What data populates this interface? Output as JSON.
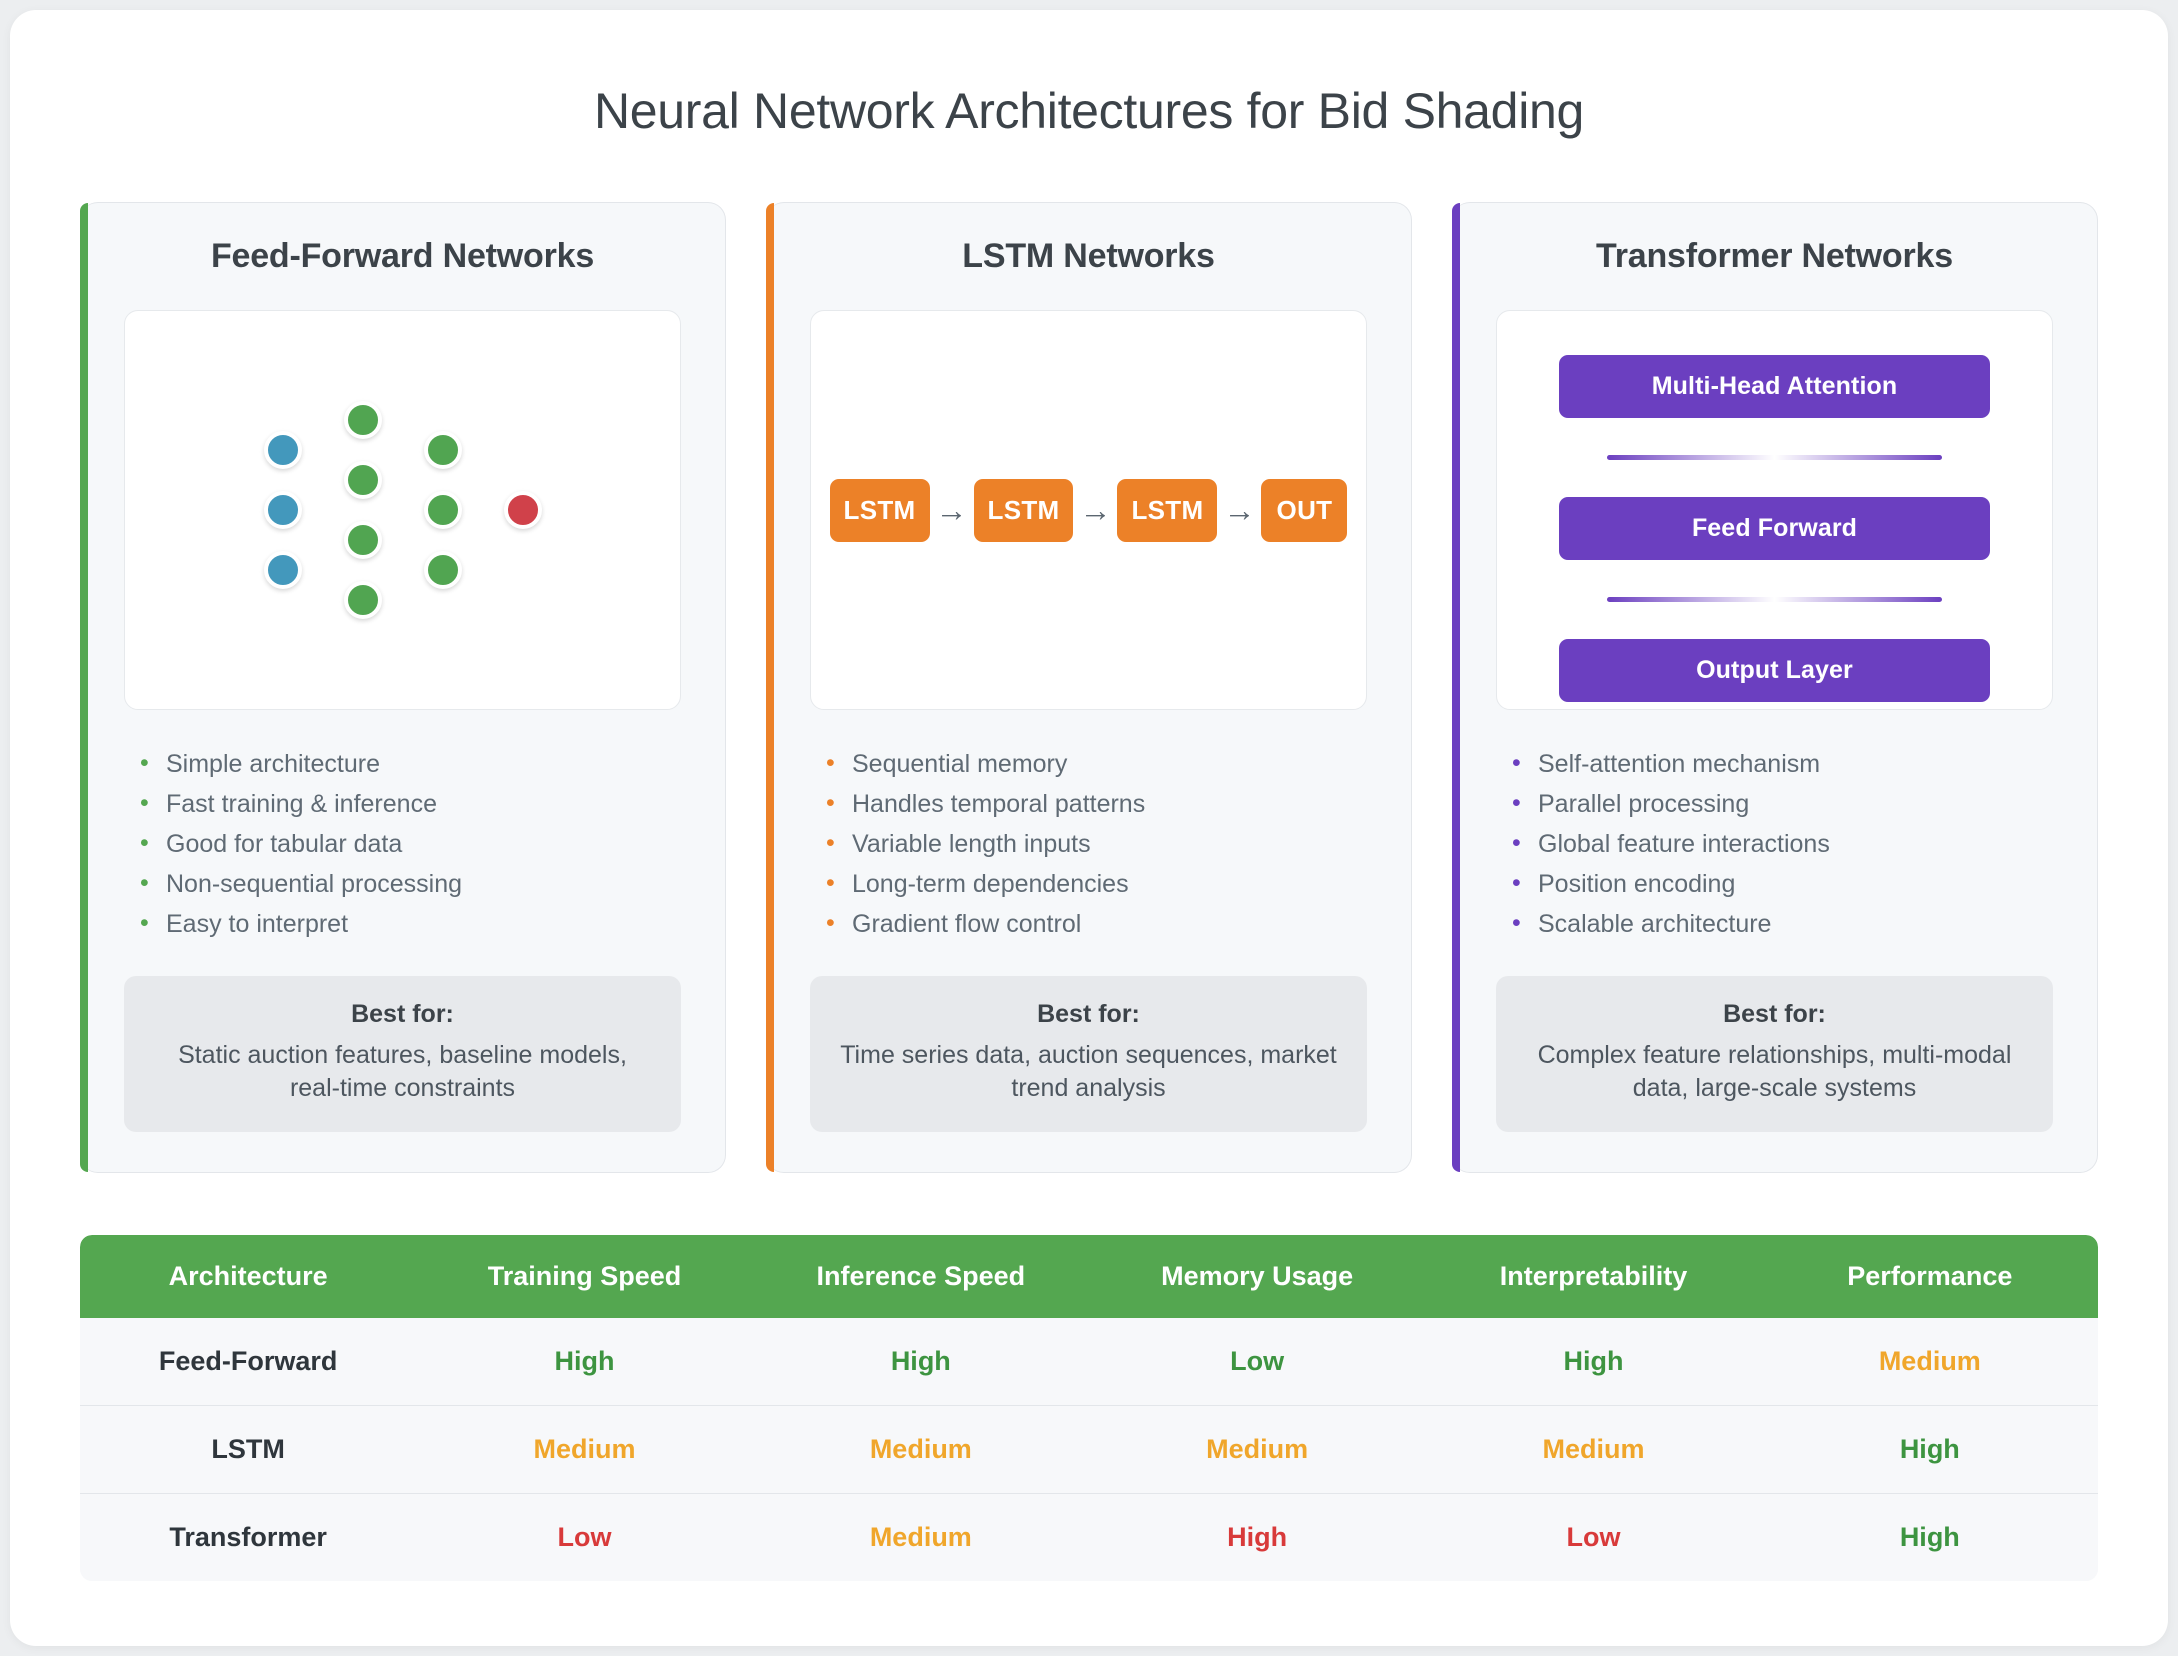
{
  "page": {
    "title": "Neural Network Architectures for Bid Shading"
  },
  "cards": [
    {
      "title": "Feed-Forward Networks",
      "accent": "#54a750",
      "diagram_type": "ffn-nodes",
      "diagram": {
        "layers": [
          {
            "kind": "input",
            "count": 3,
            "color": "#4398bc"
          },
          {
            "kind": "hidden",
            "count": 4,
            "color": "#51a551"
          },
          {
            "kind": "hidden",
            "count": 3,
            "color": "#51a551"
          },
          {
            "kind": "output",
            "count": 1,
            "color": "#d0414a"
          }
        ]
      },
      "features": [
        "Simple architecture",
        "Fast training & inference",
        "Good for tabular data",
        "Non-sequential processing",
        "Easy to interpret"
      ],
      "best_for_label": "Best for:",
      "best_for_text": "Static auction features, baseline models, real-time constraints"
    },
    {
      "title": "LSTM Networks",
      "accent": "#ec8128",
      "diagram_type": "lstm-chain",
      "diagram": {
        "boxes": [
          "LSTM",
          "LSTM",
          "LSTM",
          "OUT"
        ],
        "arrow": "→"
      },
      "features": [
        "Sequential memory",
        "Handles temporal patterns",
        "Variable length inputs",
        "Long-term dependencies",
        "Gradient flow control"
      ],
      "best_for_label": "Best for:",
      "best_for_text": "Time series data, auction sequences, market trend analysis"
    },
    {
      "title": "Transformer Networks",
      "accent": "#6b3fc0",
      "diagram_type": "transformer-stack",
      "diagram": {
        "blocks": [
          "Multi-Head Attention",
          "Feed Forward",
          "Output Layer"
        ]
      },
      "features": [
        "Self-attention mechanism",
        "Parallel processing",
        "Global feature interactions",
        "Position encoding",
        "Scalable architecture"
      ],
      "best_for_label": "Best for:",
      "best_for_text": "Complex feature relationships, multi-modal data, large-scale systems"
    }
  ],
  "comparison_table": {
    "headers": [
      "Architecture",
      "Training Speed",
      "Inference Speed",
      "Memory Usage",
      "Interpretability",
      "Performance"
    ],
    "rows": [
      {
        "architecture": "Feed-Forward",
        "cells": [
          {
            "value": "High",
            "level": "high"
          },
          {
            "value": "High",
            "level": "high"
          },
          {
            "value": "Low",
            "level": "high"
          },
          {
            "value": "High",
            "level": "high"
          },
          {
            "value": "Medium",
            "level": "medium"
          }
        ]
      },
      {
        "architecture": "LSTM",
        "cells": [
          {
            "value": "Medium",
            "level": "medium"
          },
          {
            "value": "Medium",
            "level": "medium"
          },
          {
            "value": "Medium",
            "level": "medium"
          },
          {
            "value": "Medium",
            "level": "medium"
          },
          {
            "value": "High",
            "level": "high"
          }
        ]
      },
      {
        "architecture": "Transformer",
        "cells": [
          {
            "value": "Low",
            "level": "low"
          },
          {
            "value": "Medium",
            "level": "medium"
          },
          {
            "value": "High",
            "level": "low"
          },
          {
            "value": "Low",
            "level": "low"
          },
          {
            "value": "High",
            "level": "high"
          }
        ]
      }
    ]
  },
  "colors": {
    "green": "#54a750",
    "orange": "#ec8128",
    "purple": "#6b3fc0",
    "node_input": "#4398bc",
    "node_hidden": "#51a551",
    "node_output": "#d0414a",
    "value_high": "#3d9440",
    "value_medium": "#f0a62b",
    "value_low": "#d83a3a"
  }
}
